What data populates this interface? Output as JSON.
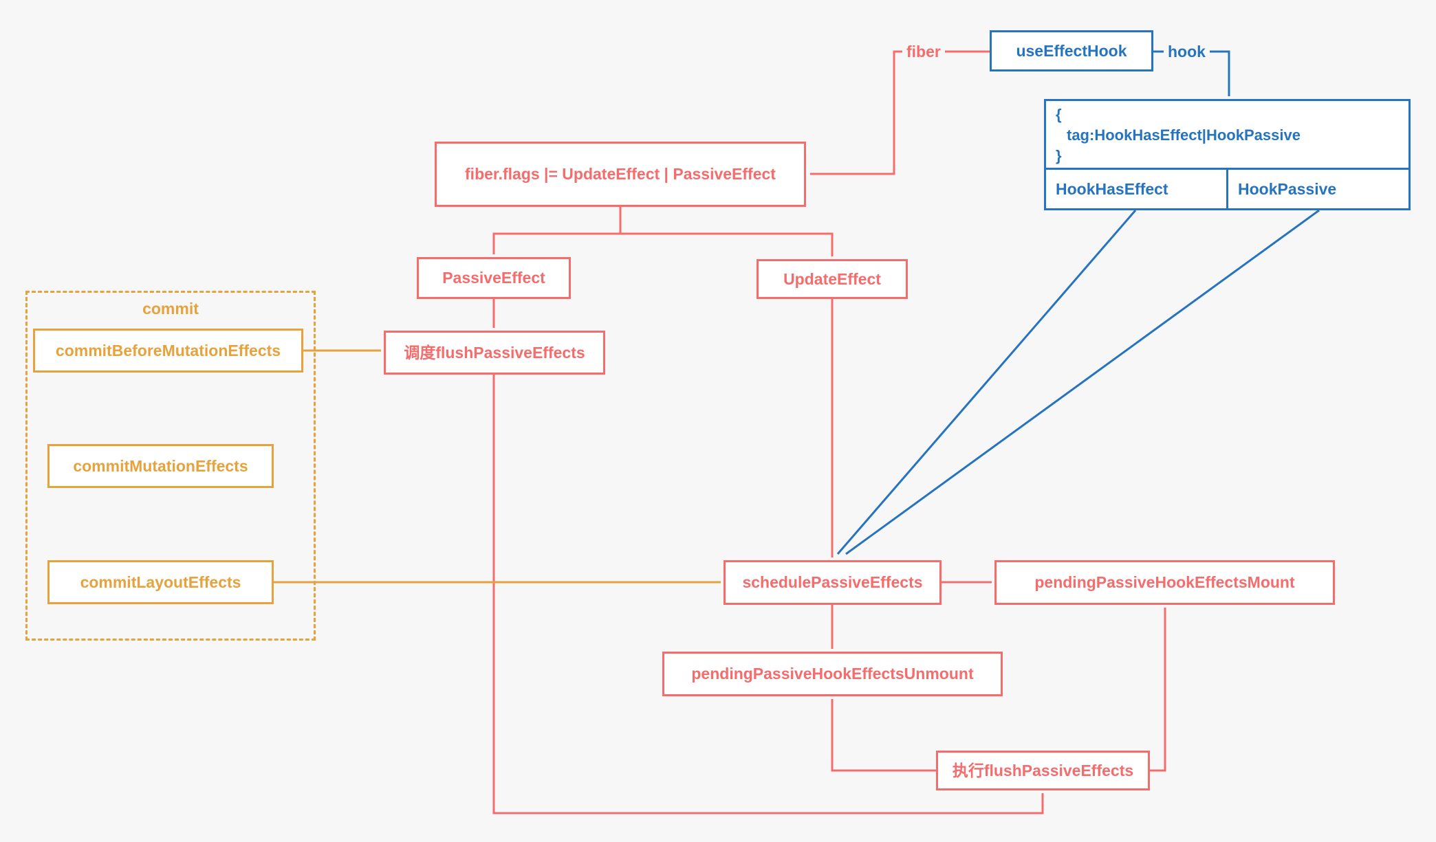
{
  "colors": {
    "red": "#f56c6c",
    "orange": "#e6a23c",
    "blue": "#2673bf",
    "background": "#f7f7f7"
  },
  "diagram": {
    "fiber_label": "fiber",
    "hook_label": "hook",
    "use_effect_hook": "useEffectHook",
    "hook_object": {
      "brace_open": "{",
      "tag_line": "tag:HookHasEffect|HookPassive",
      "brace_close": "}",
      "cell_left": "HookHasEffect",
      "cell_right": "HookPassive"
    },
    "fiber_flags": "fiber.flags |= UpdateEffect | PassiveEffect",
    "passive_effect": "PassiveEffect",
    "update_effect": "UpdateEffect",
    "schedule_flush": "调度flushPassiveEffects",
    "commit_group_title": "commit",
    "commit_before_mutation": "commitBeforeMutationEffects",
    "commit_mutation": "commitMutationEffects",
    "commit_layout": "commitLayoutEffects",
    "schedule_passive": "schedulePassiveEffects",
    "pending_mount": "pendingPassiveHookEffectsMount",
    "pending_unmount": "pendingPassiveHookEffectsUnmount",
    "exec_flush": "执行flushPassiveEffects"
  }
}
